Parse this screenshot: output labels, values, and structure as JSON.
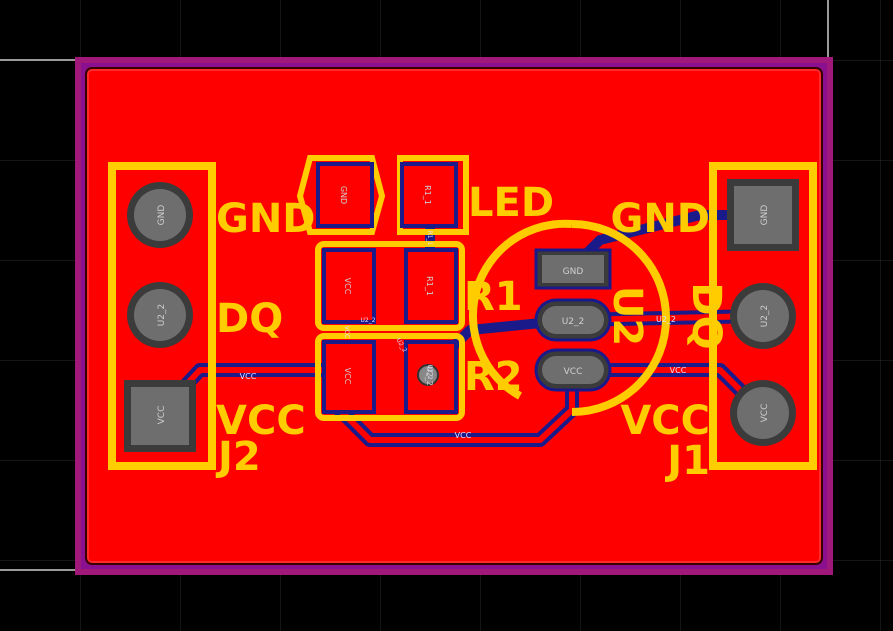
{
  "colors": {
    "background": "#000000",
    "grid": "#2a2a2a",
    "board_outline": "#a0187a",
    "copper_fill": "#ff0000",
    "trace_bottom": "#1a1a8a",
    "silkscreen": "#ffcc00",
    "pad": "#6e6e6e",
    "pad_ring": "#3b3b3b"
  },
  "connectors": {
    "j2": {
      "designator": "J2",
      "pins": [
        {
          "silk_label": "GND",
          "pad_label": "GND"
        },
        {
          "silk_label": "DQ",
          "pad_label": "U2_2"
        },
        {
          "silk_label": "VCC",
          "pad_label": "VCC"
        }
      ]
    },
    "j1": {
      "designator": "J1",
      "pins": [
        {
          "silk_label": "GND",
          "pad_label": "GND"
        },
        {
          "silk_label": "DQ",
          "pad_label": "U2_2"
        },
        {
          "silk_label": "VCC",
          "pad_label": "VCC"
        }
      ]
    }
  },
  "components": {
    "led": {
      "designator": "LED",
      "pad1": "GND",
      "pad2": "R1_1"
    },
    "r1": {
      "designator": "R1",
      "pad1": "VCC",
      "pad2": "R1_1"
    },
    "r2": {
      "designator": "R2",
      "pad1": "VCC",
      "pad2": "U2_2"
    },
    "u2": {
      "designator": "U2",
      "pins": [
        "GND",
        "U2_2",
        "VCC"
      ]
    }
  },
  "nets": {
    "vcc_left": "VCC",
    "vcc_bottom": "VCC",
    "vcc_right": "VCC",
    "u2_2_right": "U2_2",
    "small_labels": [
      "U2_2",
      "VCC",
      "R1_1",
      "U2_2",
      "U2_2"
    ]
  }
}
